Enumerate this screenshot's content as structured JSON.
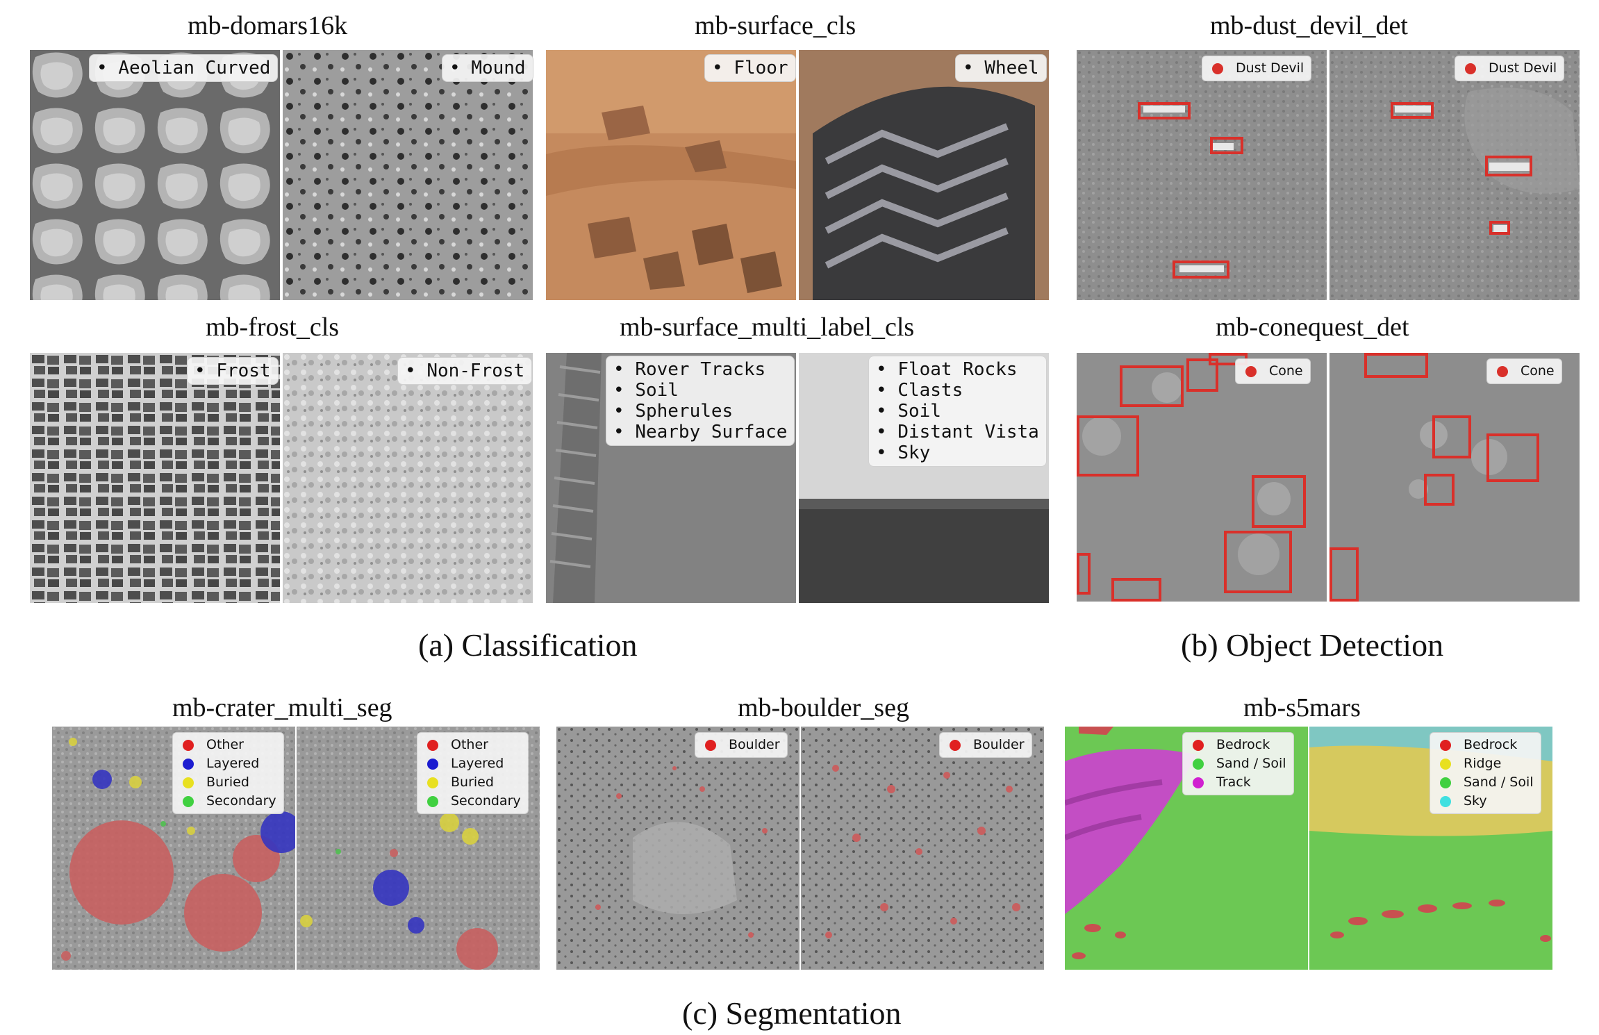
{
  "classification": {
    "caption": "(a) Classification",
    "panels": [
      {
        "title": "mb-domars16k",
        "labels": [
          [
            "Aeolian Curved"
          ],
          [
            "Mound"
          ]
        ]
      },
      {
        "title": "mb-surface_cls",
        "labels": [
          [
            "Floor"
          ],
          [
            "Wheel"
          ]
        ]
      },
      {
        "title": "mb-frost_cls",
        "labels": [
          [
            "Frost"
          ],
          [
            "Non-Frost"
          ]
        ]
      },
      {
        "title": "mb-surface_multi_label_cls",
        "labels": [
          [
            "Rover Tracks",
            "Soil",
            "Spherules",
            "Nearby Surface"
          ],
          [
            "Float Rocks",
            "Clasts",
            "Soil",
            "Distant Vista",
            "Sky"
          ]
        ]
      }
    ]
  },
  "detection": {
    "caption": "(b) Object Detection",
    "panels": [
      {
        "title": "mb-dust_devil_det",
        "legend": "Dust Devil",
        "color": "#d9302a"
      },
      {
        "title": "mb-conequest_det",
        "legend": "Cone",
        "color": "#d9302a"
      }
    ]
  },
  "segmentation": {
    "caption": "(c) Segmentation",
    "panels": [
      {
        "title": "mb-crater_multi_seg",
        "legend": [
          {
            "label": "Other",
            "color": "#e02020"
          },
          {
            "label": "Layered",
            "color": "#1c1cd0"
          },
          {
            "label": "Buried",
            "color": "#e8e020"
          },
          {
            "label": "Secondary",
            "color": "#40d040"
          }
        ]
      },
      {
        "title": "mb-boulder_seg",
        "legend": [
          {
            "label": "Boulder",
            "color": "#e02020"
          }
        ]
      },
      {
        "title": "mb-s5mars",
        "legend_left": [
          {
            "label": "Bedrock",
            "color": "#e02020"
          },
          {
            "label": "Sand / Soil",
            "color": "#40d040"
          },
          {
            "label": "Track",
            "color": "#d020d0"
          }
        ],
        "legend_right": [
          {
            "label": "Bedrock",
            "color": "#e02020"
          },
          {
            "label": "Ridge",
            "color": "#e8e020"
          },
          {
            "label": "Sand / Soil",
            "color": "#40d040"
          },
          {
            "label": "Sky",
            "color": "#40e0e0"
          }
        ]
      }
    ]
  }
}
